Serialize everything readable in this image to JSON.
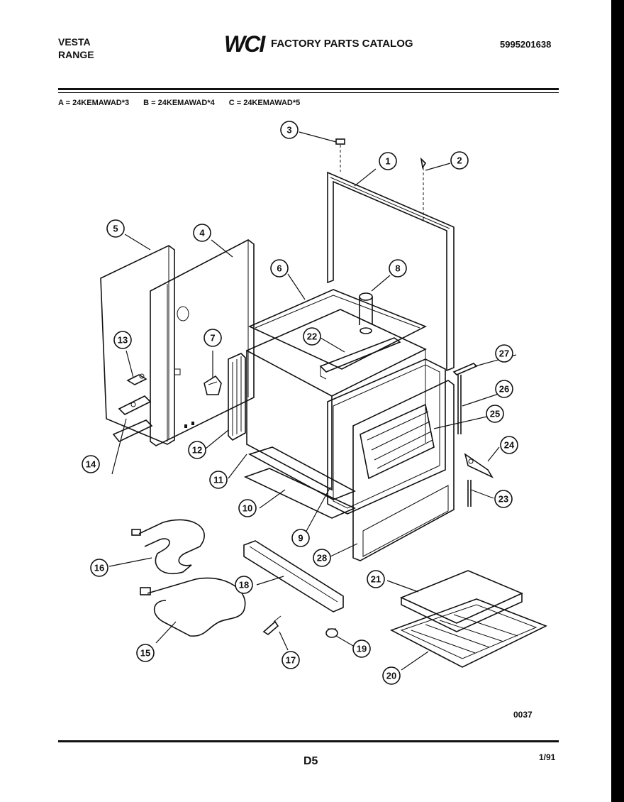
{
  "header": {
    "brand_line1": "VESTA",
    "brand_line2": "RANGE",
    "logo": "WCI",
    "catalog_title": "FACTORY PARTS CATALOG",
    "document_number": "5995201638"
  },
  "models": [
    "A = 24KEMAWAD*3",
    "B = 24KEMAWAD*4",
    "C = 24KEMAWAD*5"
  ],
  "callouts": [
    "1",
    "2",
    "3",
    "4",
    "5",
    "6",
    "7",
    "8",
    "9",
    "10",
    "11",
    "12",
    "13",
    "14",
    "15",
    "16",
    "17",
    "18",
    "19",
    "20",
    "21",
    "22",
    "23",
    "24",
    "25",
    "26",
    "27",
    "28"
  ],
  "figure_number": "0037",
  "footer": {
    "page_code": "D5",
    "date": "1/91"
  }
}
